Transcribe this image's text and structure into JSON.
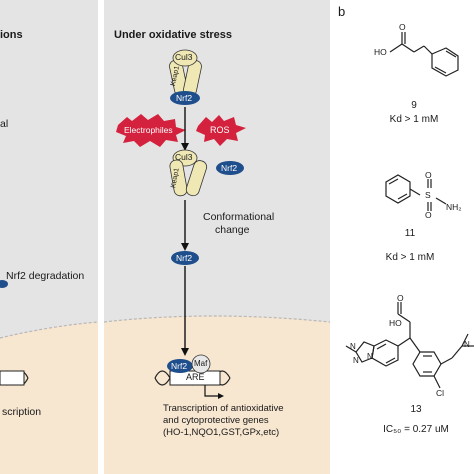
{
  "panel_b_letter": "b",
  "left_panel": {
    "header_partial": "ions",
    "text_partial_1": "al",
    "nrf2_degradation": "Nrf2 degradation",
    "transcription_partial": "scription"
  },
  "right_panel": {
    "header": "Under oxidative stress",
    "proteins": {
      "cul3": "Cul3",
      "keap1": "Keap1",
      "nrf2": "Nrf2",
      "maf": "Maf",
      "are": "ARE"
    },
    "stressors": {
      "electrophiles": "Electrophiles",
      "ros": "ROS"
    },
    "conformational_change": [
      "Conformational",
      "change"
    ],
    "transcription_text": [
      "Transcription of antioxidative",
      "and cytoprotective genes",
      "(HO-1,NQO1,GST,GPx,etc)"
    ]
  },
  "compounds": [
    {
      "number": "9",
      "value": "Kd > 1 mM",
      "atoms": {
        "ho": "HO",
        "o": "O"
      }
    },
    {
      "number": "11",
      "value": "Kd > 1 mM",
      "atoms": {
        "s": "S",
        "nh2": "NH₂",
        "o": "O"
      }
    },
    {
      "number": "13",
      "value": "IC₅₀ = 0.27 uM",
      "atoms": {
        "ho": "HO",
        "o": "O",
        "cl": "Cl",
        "n": "N"
      }
    }
  ],
  "colors": {
    "panel_bg": "#e4e4e4",
    "nucleus": "#f7e6d0",
    "nrf2_blue": "#1f4e8c",
    "keap1_yellow": "#efe7b4",
    "stress_red": "#d4213d"
  }
}
